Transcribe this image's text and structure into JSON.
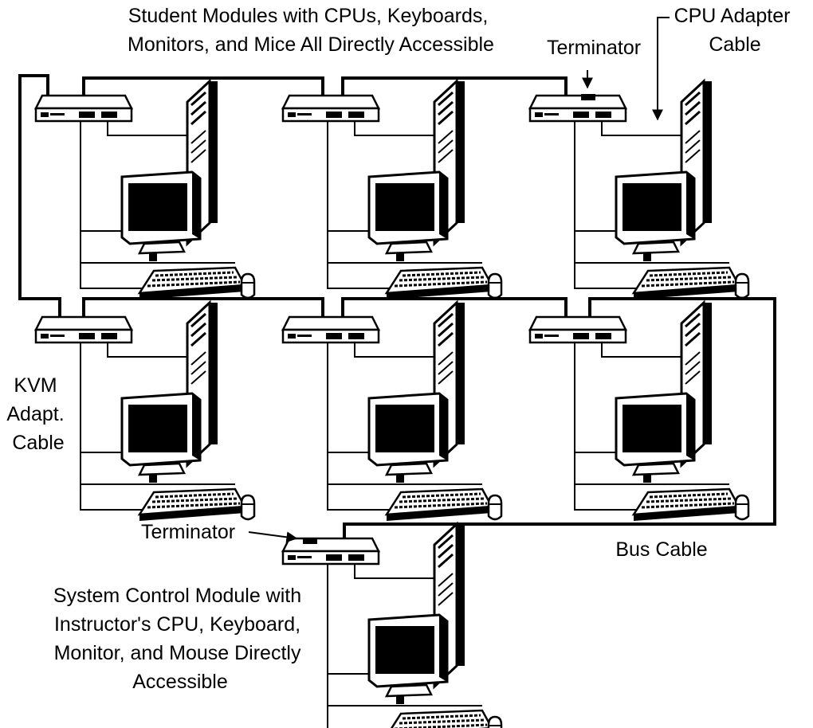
{
  "labels": {
    "student_modules": [
      "Student Modules with CPUs, Keyboards,",
      "Monitors, and Mice All Directly Accessible"
    ],
    "cpu_adapter_cable": [
      "CPU Adapter",
      "Cable"
    ],
    "terminator_top": "Terminator",
    "kvm_adapt_cable": [
      "KVM",
      "Adapt.",
      "Cable"
    ],
    "terminator_bottom": "Terminator",
    "bus_cable": "Bus Cable",
    "system_control_module": [
      "System Control Module with",
      "Instructor's CPU, Keyboard,",
      "Monitor, and Mouse Directly",
      "Accessible"
    ]
  },
  "modules": [
    {
      "id": "student-1",
      "terminated": false
    },
    {
      "id": "student-2",
      "terminated": false
    },
    {
      "id": "student-3",
      "terminated": true
    },
    {
      "id": "student-4",
      "terminated": false
    },
    {
      "id": "student-5",
      "terminated": false
    },
    {
      "id": "student-6",
      "terminated": false
    },
    {
      "id": "instructor",
      "terminated": true
    }
  ],
  "colors": {
    "line": "#000000",
    "fill": "#ffffff",
    "screen": "#000000"
  }
}
